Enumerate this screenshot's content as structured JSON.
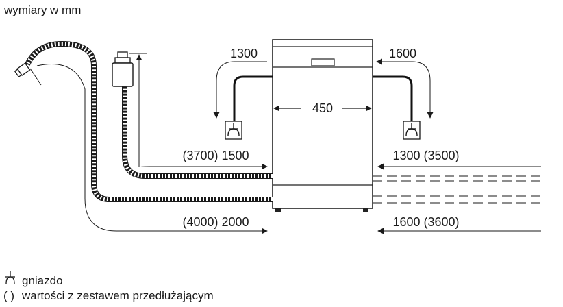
{
  "units_label": "wymiary w mm",
  "dimensions": {
    "width": "450",
    "drain_height_left": "1300",
    "drain_height_right": "1600",
    "inlet_hose_left": "(3700) 1500",
    "drain_hose_left": "(4000) 2000",
    "inlet_hose_right": "1300 (3500)",
    "drain_hose_right": "1600 (3600)"
  },
  "legend": {
    "socket_symbol": "⏊",
    "socket_label": "gniazdo",
    "extension_symbol": "( )",
    "extension_label": "wartości z zestawem przedłużającym"
  },
  "icons": [
    "socket-icon",
    "faucet-icon",
    "arrow-icon"
  ]
}
